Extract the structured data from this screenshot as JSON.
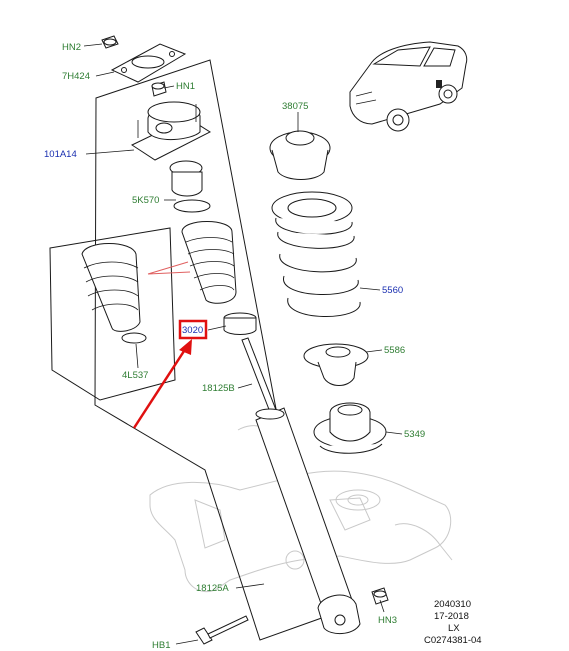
{
  "labels": {
    "hn2": "HN2",
    "h7424": "7H424",
    "hn1": "HN1",
    "a101a14": "101A14",
    "k5570": "5K570",
    "l4537": "4L537",
    "n3020": "3020",
    "b18125": "18125B",
    "a18125": "18125A",
    "hb1": "HB1",
    "n38075": "38075",
    "n5560": "5560",
    "n5586": "5586",
    "n5349": "5349",
    "hn3": "HN3"
  },
  "footer": {
    "line1": "2040310",
    "line2": "17-2018",
    "line3": "LX",
    "line4": "C0274381-04"
  },
  "colors": {
    "label_green": "#2e7d32",
    "label_blue": "#1a2fb0",
    "highlight_red": "#e01010"
  }
}
